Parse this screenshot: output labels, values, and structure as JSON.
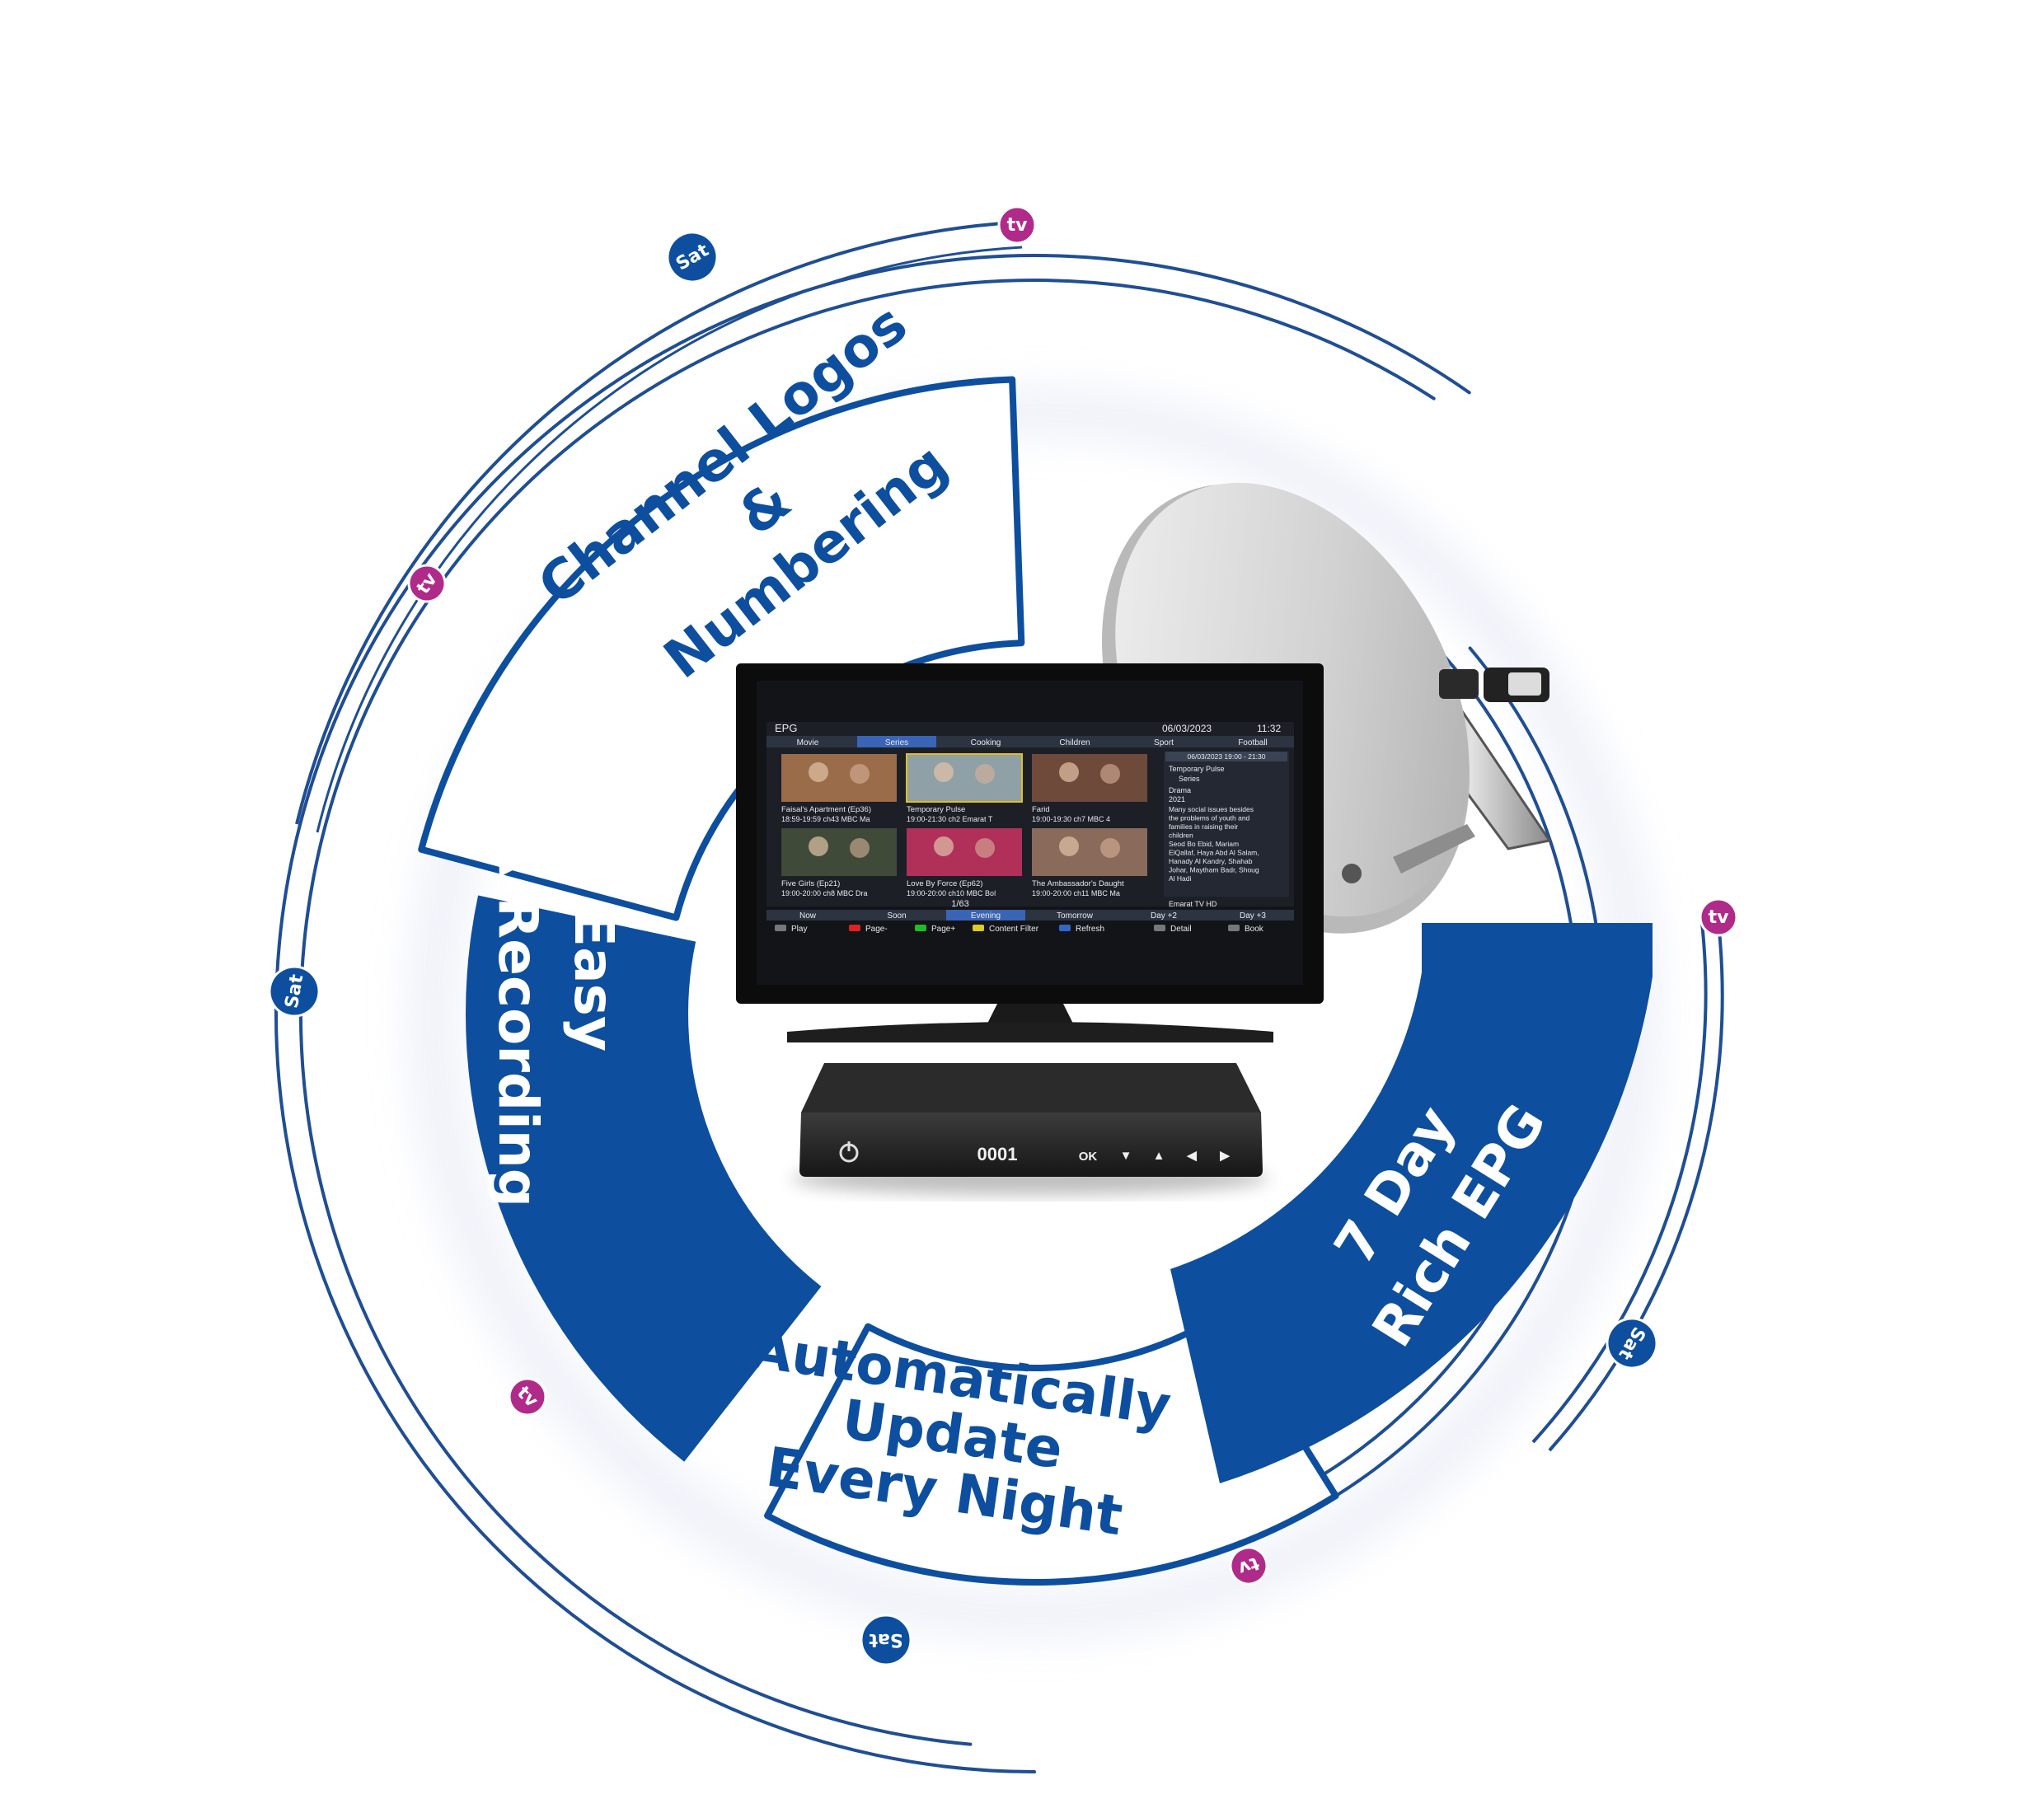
{
  "colors": {
    "brand_blue": "#0d4f9e",
    "ring_blue": "#1f4e93",
    "badge_pink": "#b02a8a",
    "white": "#ffffff",
    "glow": "#e4e8f6"
  },
  "features": {
    "channel_logos": [
      "Channel Logos",
      "&",
      "Numbering"
    ],
    "pvr": [
      "Easy",
      "PVR Recording"
    ],
    "auto_update": [
      "Automatically",
      "Update",
      "Every Night"
    ],
    "epg": [
      "7 Day",
      "Rich EPG"
    ]
  },
  "badges": {
    "sat": "Sat",
    "tv": "tv"
  },
  "tv_screen": {
    "title": "EPG",
    "date": "06/03/2023",
    "time": "11:32",
    "categories": [
      "Movie",
      "Series",
      "Cooking",
      "Children",
      "Sport",
      "Football"
    ],
    "programs": [
      {
        "title": "Faisal's Apartment (Ep36)",
        "info": "18:59-19:59  ch43 MBC Ma"
      },
      {
        "title": "Temporary Pulse",
        "info": "19:00-21:30  ch2 Emarat T"
      },
      {
        "title": "Farid",
        "info": "19:00-19:30  ch7 MBC 4"
      },
      {
        "title": "Five Girls  (Ep21)",
        "info": "19:00-20:00  ch8 MBC Dra"
      },
      {
        "title": "Love By Force (Ep62)",
        "info": "19:00-20:00  ch10 MBC Bol"
      },
      {
        "title": "The Ambassador's Daught",
        "info": "19:00-20:00  ch11 MBC Ma"
      }
    ],
    "detail": {
      "time": "06/03/2023 19:00 - 21:30",
      "title": "Temporary Pulse",
      "type": "Series",
      "genre": "Drama",
      "year": "2021",
      "description": [
        "Many social issues besides",
        "the problems of youth and",
        "families in raising their",
        "children",
        "Seod Bo Ebid, Mariam",
        "ElQallaf, Haya Abd Al Salam,",
        " Hanady Al Kandry, Shahab",
        " Johar, Maytham Badr, Shoug",
        " Al Hadi"
      ],
      "channel": "Emarat TV HD"
    },
    "page": "1/63",
    "time_tabs": [
      "Now",
      "Soon",
      "Evening",
      "Tomorrow",
      "Day +2",
      "Day +3"
    ],
    "footer": [
      "Play",
      "Page-",
      "Page+",
      "Content Filter",
      "Refresh",
      "Detail",
      "Book"
    ]
  },
  "set_top_box": {
    "display": "0001",
    "ok_label": "OK",
    "arrows": [
      "▼",
      "▲",
      "◀",
      "▶"
    ]
  }
}
